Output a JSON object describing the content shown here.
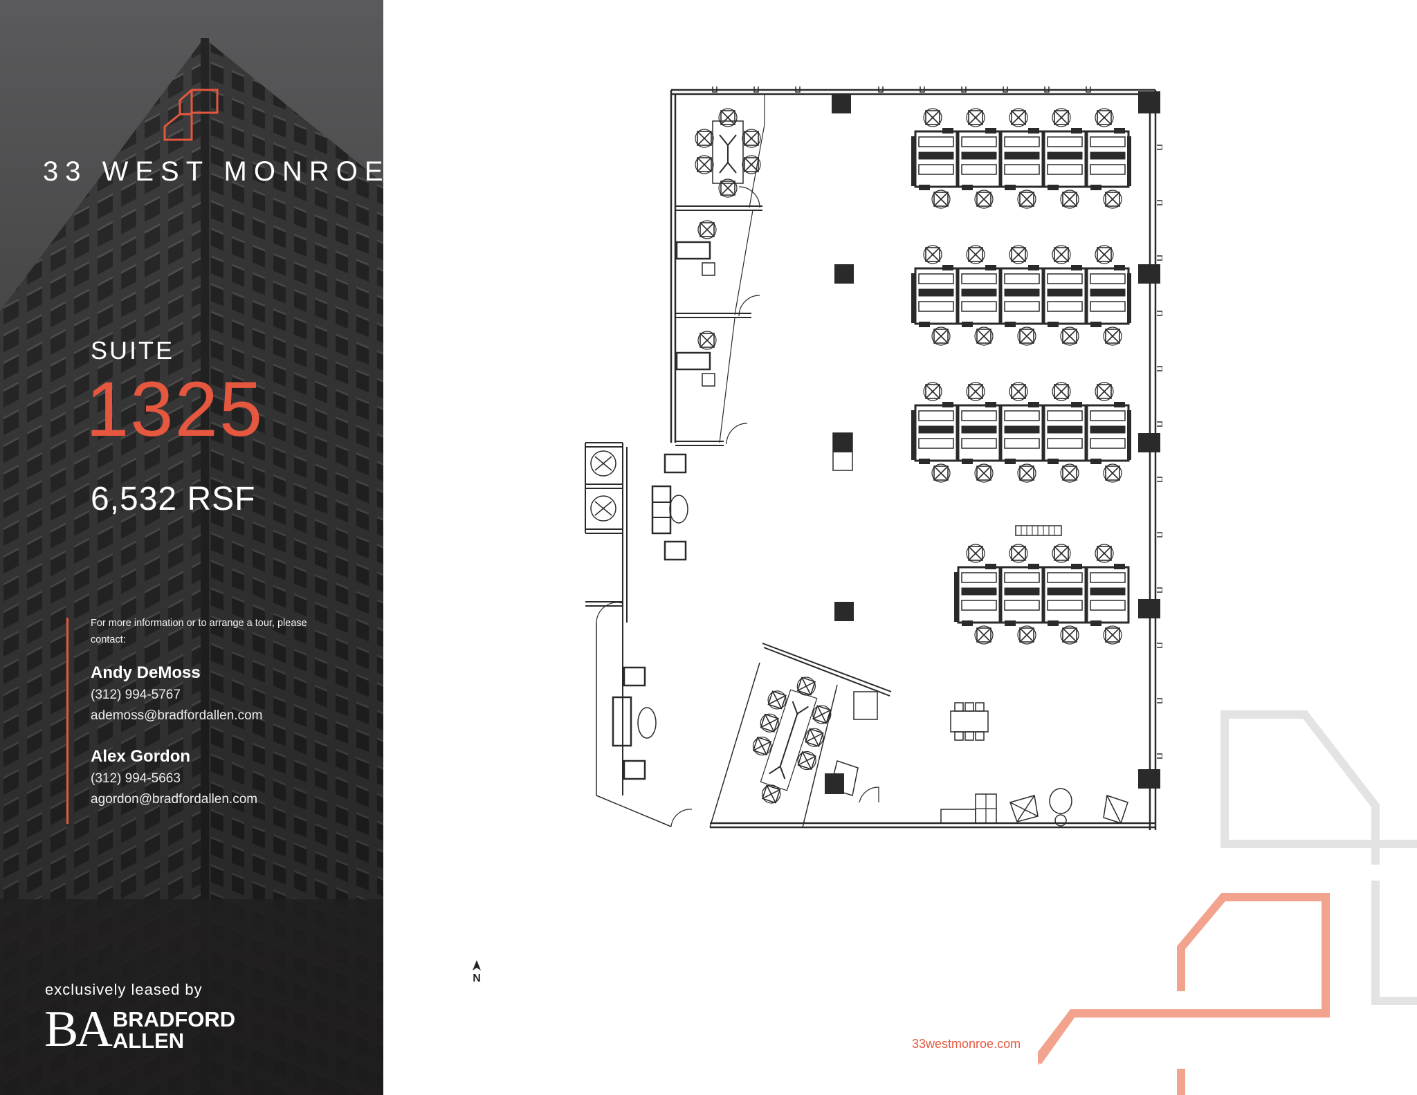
{
  "brand": {
    "name": "33 WEST MONROE",
    "accent_color": "#e5573f",
    "website": "33westmonroe.com"
  },
  "suite": {
    "label": "SUITE",
    "number": "1325",
    "area": "6,532 RSF"
  },
  "contact": {
    "intro": "For more information or to arrange a tour, please contact:",
    "people": [
      {
        "name": "Andy DeMoss",
        "phone": "(312) 994-5767",
        "email": "ademoss@bradfordallen.com"
      },
      {
        "name": "Alex Gordon",
        "phone": "(312) 994-5663",
        "email": "agordon@bradfordallen.com"
      }
    ]
  },
  "leasing": {
    "label": "exclusively leased by",
    "monogram": "BA",
    "company_line1": "BRADFORD",
    "company_line2": "ALLEN"
  },
  "floor_plan": {
    "north_label": "N",
    "icons": [
      "north-arrow-icon",
      "conference-table-icon",
      "workstation-pod-icon",
      "column-icon",
      "door-swing-icon"
    ]
  }
}
